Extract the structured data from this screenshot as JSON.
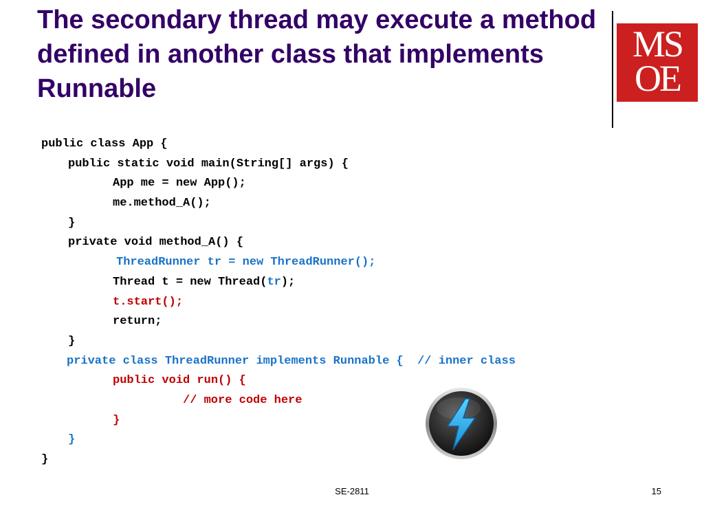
{
  "slide": {
    "title": "The secondary thread may execute a method defined in another class that implements Runnable",
    "logo": {
      "line1": "MS",
      "line2": "OE"
    },
    "code": {
      "line01": "public class App {",
      "line02": "public static void main(String[] args) {",
      "line03": "App me = new App();",
      "line04": "me.method_A();",
      "line05": "}",
      "line06": "private void method_A() {",
      "line07": "ThreadRunner tr = new ThreadRunner();",
      "line08_a": "Thread t = new Thread(",
      "line08_b": "tr",
      "line08_c": ");",
      "line09": "t.start();",
      "line10": "return;",
      "line11": "}",
      "line12": "private class ThreadRunner implements Runnable {  // inner class",
      "line13": "public void run() {",
      "line14": "// more code here",
      "line15": "}",
      "line16": "}",
      "line17": "}"
    },
    "icon": "lightning-bolt-icon",
    "footer": {
      "course": "SE-2811",
      "page_number": "15"
    }
  },
  "colors": {
    "title": "#330066",
    "logo_bg": "#cc1f1f",
    "code_black": "#000000",
    "code_blue": "#1a73c7",
    "code_red": "#c00000"
  }
}
